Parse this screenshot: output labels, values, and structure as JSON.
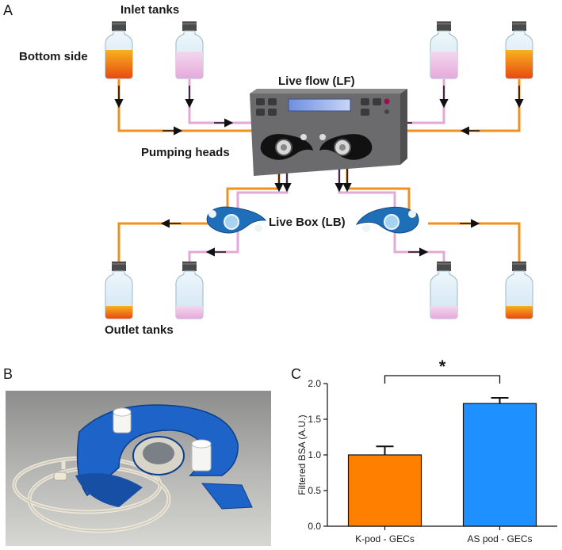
{
  "panels": {
    "a": "A",
    "b": "B",
    "c": "C"
  },
  "diagram": {
    "inlet_tanks": "Inlet tanks",
    "bottom_side": "Bottom side",
    "live_flow": "Live flow (LF)",
    "pumping_heads": "Pumping heads",
    "live_box": "Live Box (LB)",
    "outlet_tanks": "Outlet tanks"
  },
  "colors": {
    "orange_medium": "#f0901e",
    "pink_medium": "#e2a8d8",
    "pump_body": "#77777a",
    "live_box_blue": "#1f6fb8",
    "bar_orange": "#ff8000",
    "bar_blue": "#1e90ff"
  },
  "photo": {
    "description_icon": "live-box-photo"
  },
  "chart_data": {
    "type": "bar",
    "categories": [
      "K-pod - GECs",
      "AS pod - GECs"
    ],
    "values": [
      1.0,
      1.72
    ],
    "errors": [
      0.12,
      0.08
    ],
    "ylabel": "Filtered BSA (A.U.)",
    "ylim": [
      0,
      2.0
    ],
    "yticks": [
      "0.0",
      "0.5",
      "1.0",
      "1.5",
      "2.0"
    ],
    "significance": "*",
    "colors": [
      "#ff8000",
      "#1e90ff"
    ]
  }
}
